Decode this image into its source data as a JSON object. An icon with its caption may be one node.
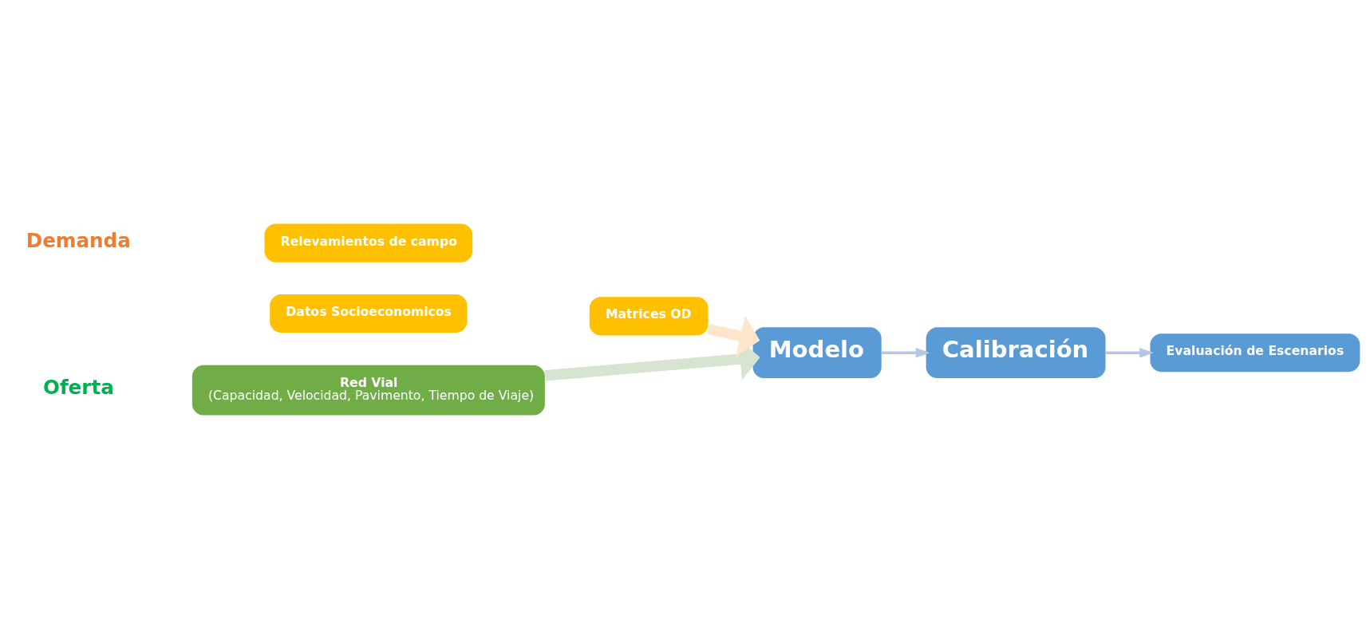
{
  "diagram": {
    "nodes": [
      {
        "text": [
          "Red Vial",
          "(Capacidad, Velocidad, Pavimento, Tiempo de Viaje)"
        ]
      },
      {
        "text": [
          "Modelo"
        ]
      },
      {
        "text": [
          "Calibración"
        ]
      },
      {
        "text": [
          "Evaluación de Escenarios"
        ]
      },
      {
        "text": [
          "Relevamientos de campo"
        ]
      },
      {
        "text": [
          "Datos Socioeconomicos"
        ]
      },
      {
        "text": [
          "Matrices OD"
        ]
      }
    ],
    "edges": [
      {
        "from": 0,
        "to": 1,
        "arrow": "to",
        "style": "thick",
        "color": "#d6e4d0"
      },
      {
        "from": 6,
        "to": 1,
        "arrow": "to",
        "style": "thick",
        "color": "#fde6cc"
      },
      {
        "from": 1,
        "to": 2,
        "arrow": "to"
      },
      {
        "from": 2,
        "to": 3,
        "arrow": "to"
      }
    ],
    "labels": [
      "Oferta",
      "Demanda"
    ]
  }
}
